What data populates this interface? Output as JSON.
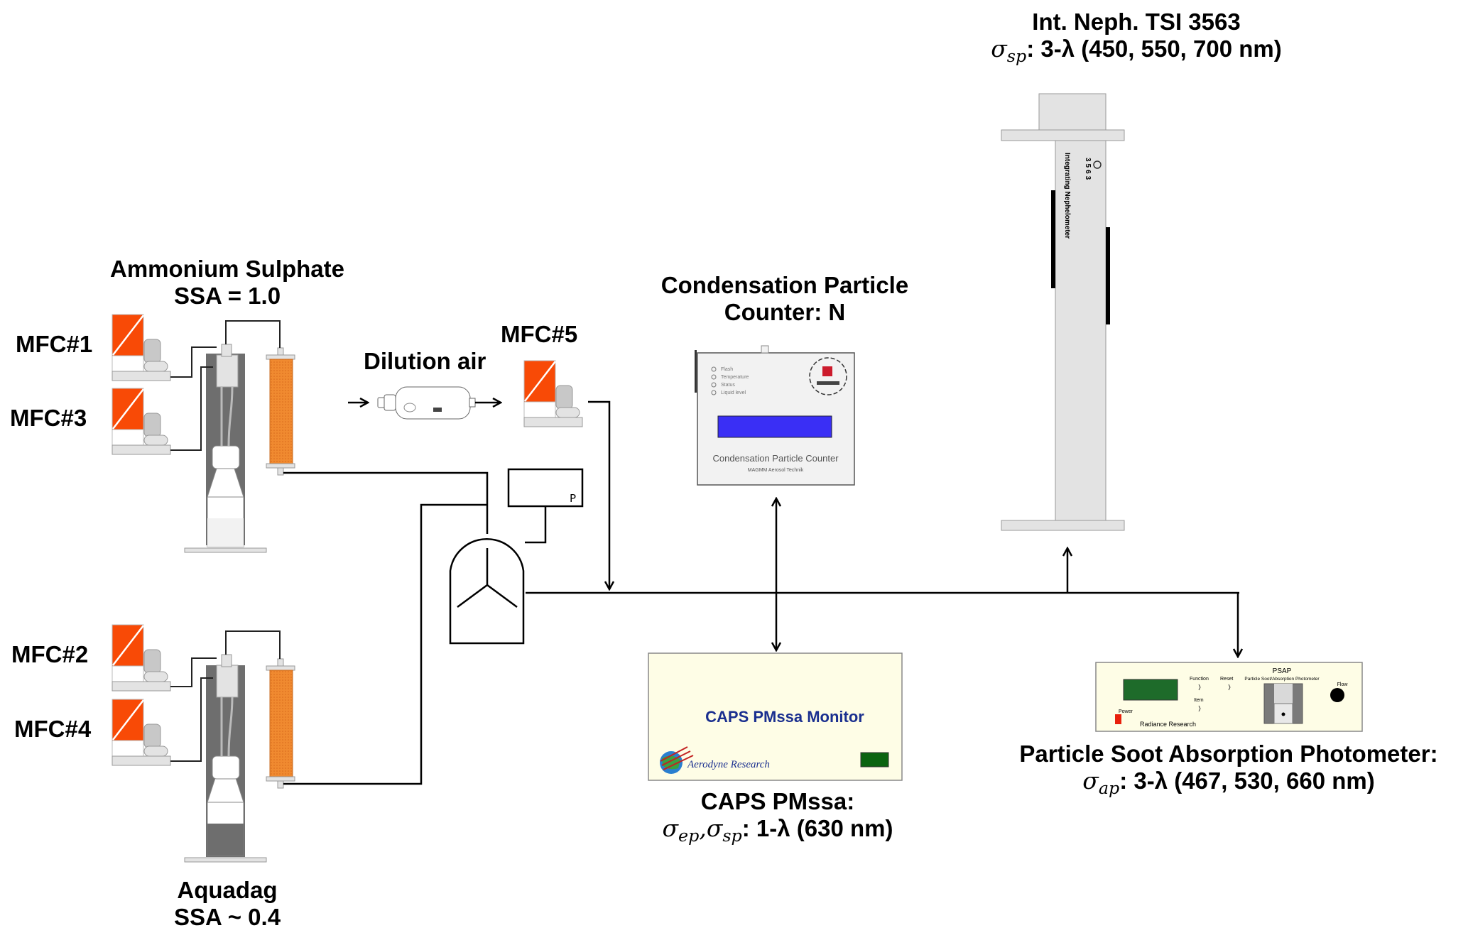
{
  "title": "Experimental setup for aerosol optical property measurement",
  "sources": {
    "ammonium": {
      "name": "Ammonium Sulphate",
      "ssa": "SSA = 1.0"
    },
    "aquadag": {
      "name": "Aquadag",
      "ssa": "SSA ~ 0.4"
    }
  },
  "mfc_labels": [
    "MFC#1",
    "MFC#3",
    "MFC#2",
    "MFC#4",
    "MFC#5"
  ],
  "dilution": {
    "label": "Dilution air"
  },
  "pressure_gauge": {
    "label": "P"
  },
  "instruments": {
    "nephelometer": {
      "title": "Int. Neph. TSI 3563",
      "symbol": "σ",
      "subscript": "sp",
      "spec": ": 3-λ (450, 550, 700 nm)",
      "device_text": "Integrating Nephelometer",
      "device_model": "3563"
    },
    "cpc": {
      "title_line1": "Condensation Particle",
      "title_line2": "Counter: N",
      "device_text": "Condensation Particle Counter",
      "device_subtext": "MAGMM Aerosol Technik",
      "indicators": [
        "Flash",
        "Temperature",
        "Status",
        "Liquid level"
      ],
      "display_color": "#3a2ff5"
    },
    "caps": {
      "device_title": "CAPS PMssa Monitor",
      "device_brand": "Aerodyne Research",
      "title": "CAPS PMssa:",
      "symbol1": "σ",
      "subscript1": "ep",
      "symbol2": "σ",
      "subscript2": "sp",
      "spec": ": 1-λ (630 nm)",
      "title_color": "#1a2f8f",
      "panel_color": "#fefde6"
    },
    "psap": {
      "device_title": "PSAP",
      "device_subtitle": "Particle Soot/Absorption Photometer",
      "buttons": [
        "Function",
        "Reset",
        "Item",
        "Power",
        "Flow"
      ],
      "device_brand": "Radiance Research",
      "title": "Particle Soot Absorption Photometer:",
      "symbol": "σ",
      "subscript": "ap",
      "spec": ": 3-λ (467, 530, 660 nm)",
      "display_color": "#1e6b2a",
      "power_color": "#e8200c"
    }
  },
  "colors": {
    "mfc_orange": "#f84a06",
    "filter_orange": "#f08a30",
    "atomizer_dark": "#6e6e6e",
    "device_gray": "#e3e3e3"
  }
}
